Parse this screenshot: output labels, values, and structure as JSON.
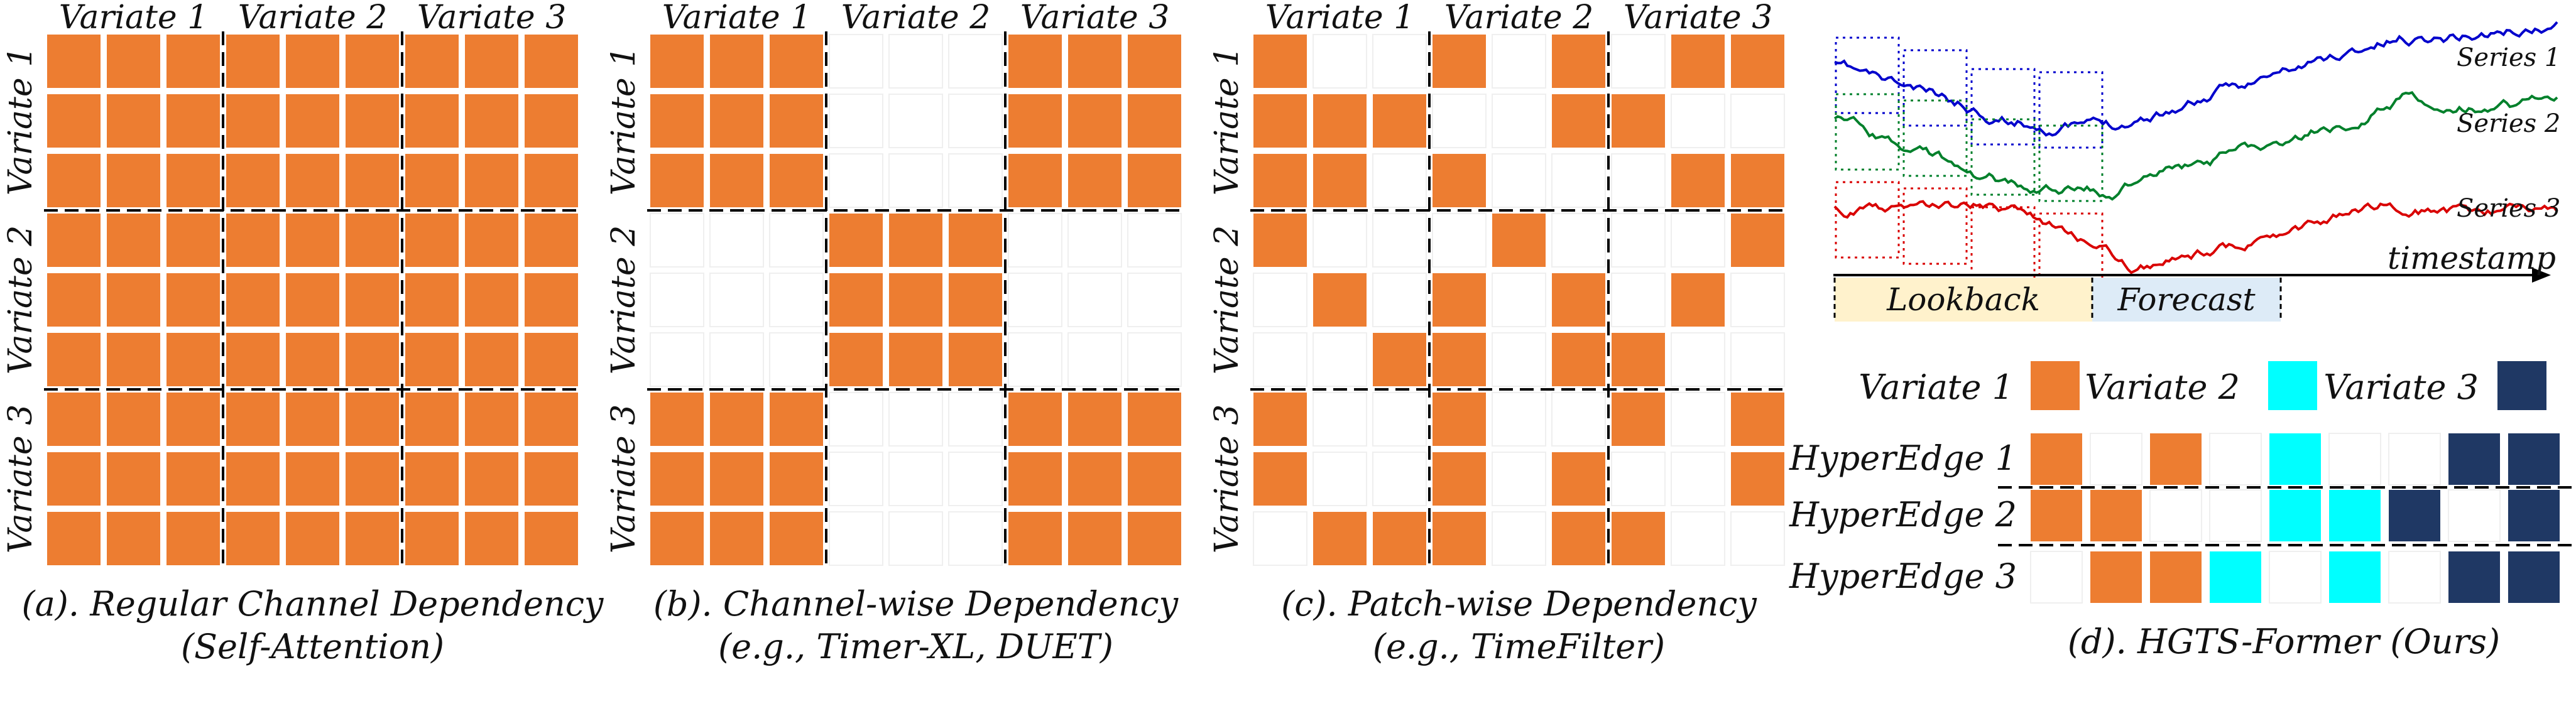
{
  "colors": {
    "orange": "#ED7D31",
    "cyan": "#00FFFF",
    "navy": "#1F3864",
    "empty_border": "#EFEFEF",
    "separator": "#000000",
    "series_1": "#0000CC",
    "series_2": "#00802B",
    "series_3": "#D90000",
    "lookback_fill": "#FFF2CC",
    "forecast_fill": "#DDEBF7"
  },
  "matrix_panels": [
    {
      "id": "a",
      "col_headers": [
        "Variate 1",
        "Variate 2",
        "Variate 3"
      ],
      "row_headers": [
        "Variate 1",
        "Variate 2",
        "Variate 3"
      ],
      "grid": [
        "111111111",
        "111111111",
        "111111111",
        "111111111",
        "111111111",
        "111111111",
        "111111111",
        "111111111",
        "111111111"
      ],
      "caption_lines": [
        "(a). Regular Channel Dependency",
        "(Self-Attention)"
      ]
    },
    {
      "id": "b",
      "col_headers": [
        "Variate 1",
        "Variate 2",
        "Variate 3"
      ],
      "row_headers": [
        "Variate 1",
        "Variate 2",
        "Variate 3"
      ],
      "grid": [
        "111000111",
        "111000111",
        "111000111",
        "000111000",
        "000111000",
        "000111000",
        "111000111",
        "111000111",
        "111000111"
      ],
      "caption_lines": [
        "(b). Channel-wise Dependency",
        "(e.g., Timer-XL, DUET)"
      ]
    },
    {
      "id": "c",
      "col_headers": [
        "Variate 1",
        "Variate 2",
        "Variate 3"
      ],
      "row_headers": [
        "Variate 1",
        "Variate 2",
        "Variate 3"
      ],
      "grid": [
        "100101011",
        "111001100",
        "110100011",
        "100010001",
        "010101010",
        "001101100",
        "100100101",
        "100101001",
        "011101100"
      ],
      "caption_lines": [
        "(c). Patch-wise Dependency",
        "(e.g., TimeFilter)"
      ]
    }
  ],
  "timeseries": {
    "series_labels": [
      "Series 1",
      "Series 2",
      "Series 3"
    ],
    "axis_label": "timestamp",
    "lookback_label": "Lookback",
    "forecast_label": "Forecast"
  },
  "legend": [
    {
      "label": "Variate 1",
      "color": "orange"
    },
    {
      "label": "Variate 2",
      "color": "cyan"
    },
    {
      "label": "Variate 3",
      "color": "navy"
    }
  ],
  "hyperedges": [
    {
      "label": "HyperEdge 1",
      "cells": [
        "O",
        "",
        "O",
        "",
        "C",
        "",
        "",
        "N",
        "N"
      ]
    },
    {
      "label": "HyperEdge 2",
      "cells": [
        "O",
        "O",
        "",
        "",
        "C",
        "C",
        "N",
        "",
        "N"
      ]
    },
    {
      "label": "HyperEdge 3",
      "cells": [
        "",
        "O",
        "O",
        "C",
        "",
        "C",
        "",
        "N",
        "N"
      ]
    }
  ],
  "caption_d": "(d). HGTS-Former (Ours)"
}
